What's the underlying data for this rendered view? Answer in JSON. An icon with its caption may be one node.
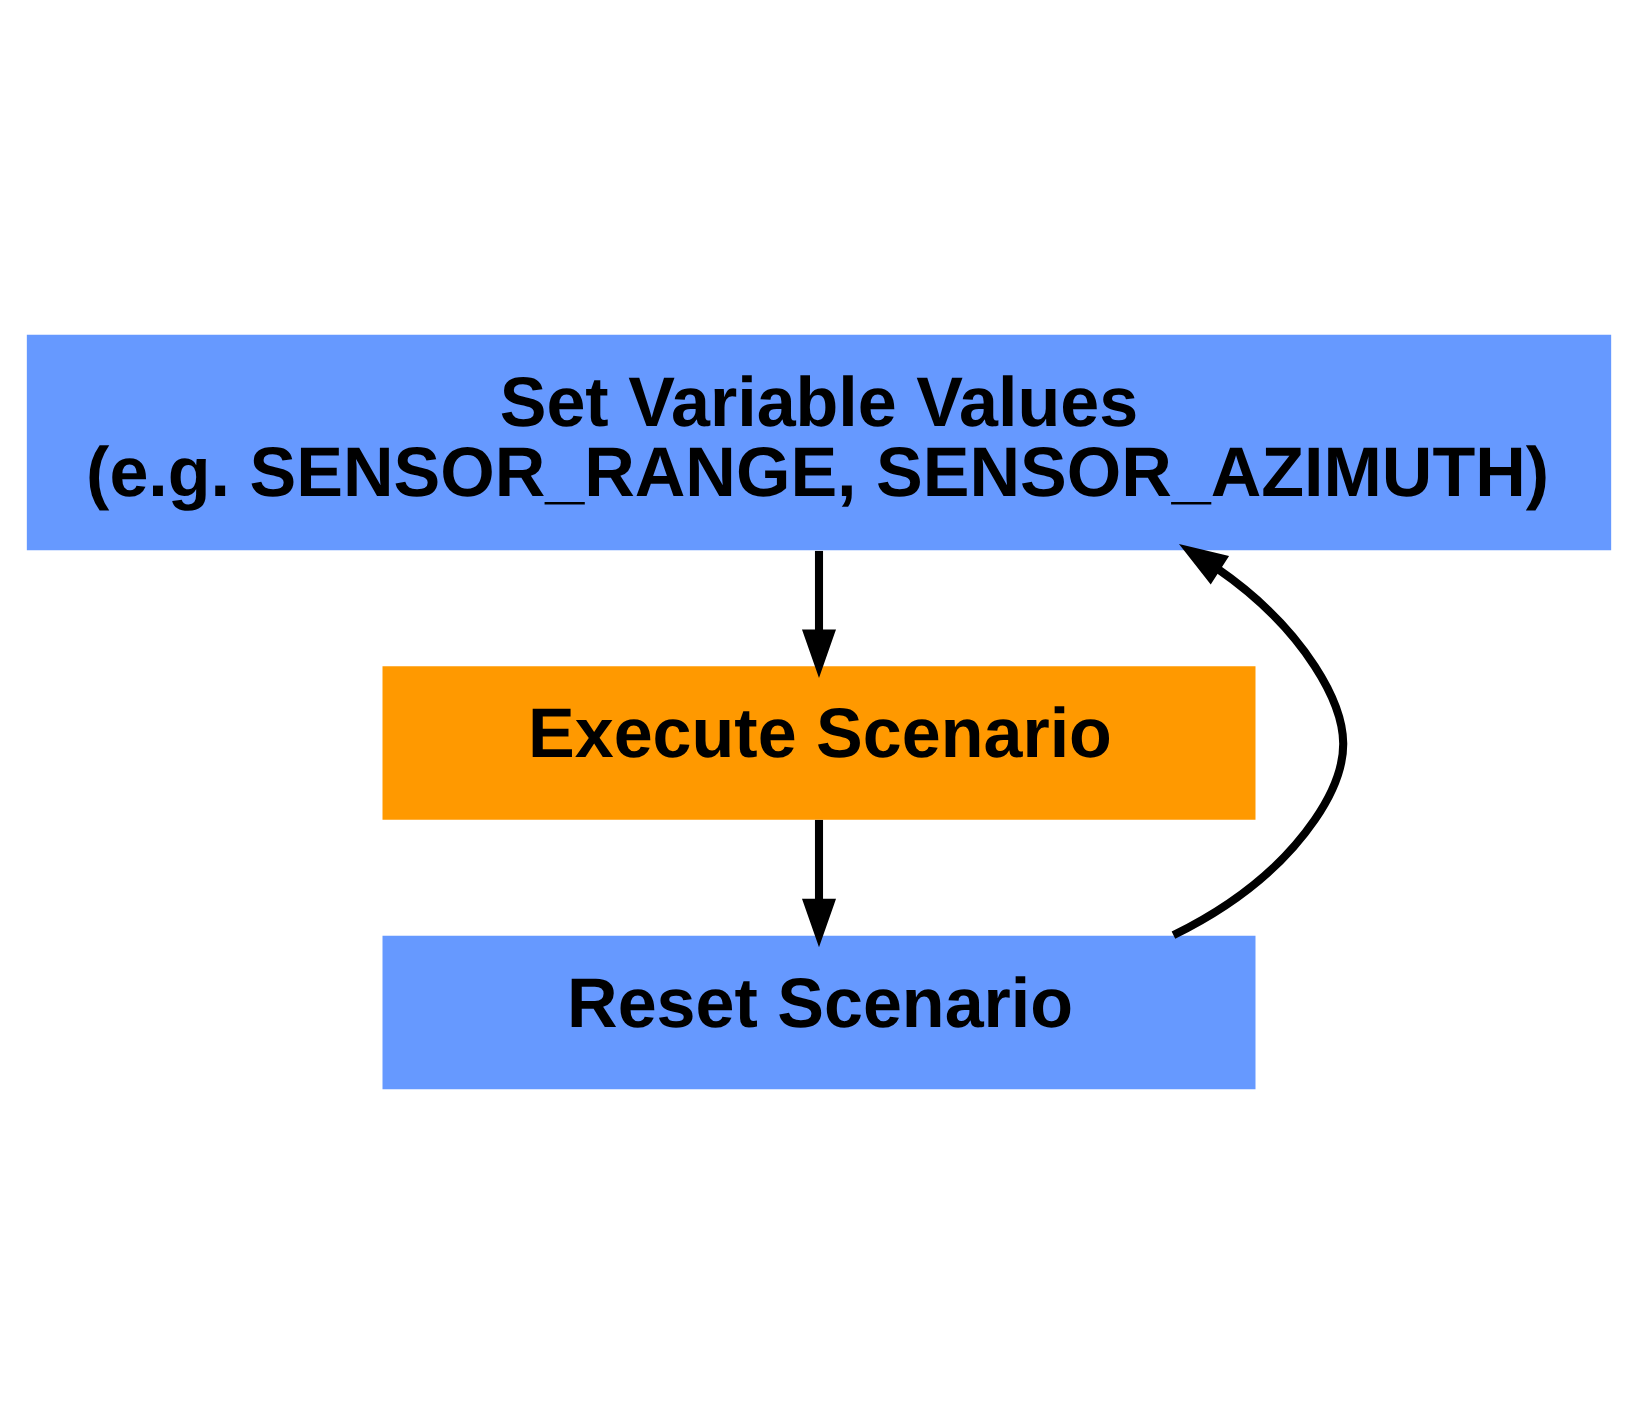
{
  "diagram": {
    "nodes": [
      {
        "text": [
          "Set Variable Values",
          "(e.g. SENSOR_RANGE, SENSOR_AZIMUTH)"
        ]
      },
      {
        "text": [
          "Execute Scenario"
        ]
      },
      {
        "text": [
          "Reset Scenario"
        ]
      }
    ],
    "edges": [
      {
        "from": 0,
        "to": 1,
        "arrow": "to"
      },
      {
        "from": 1,
        "to": 2,
        "arrow": "to"
      },
      {
        "from": 2,
        "to": 0,
        "arrow": "to"
      }
    ]
  }
}
